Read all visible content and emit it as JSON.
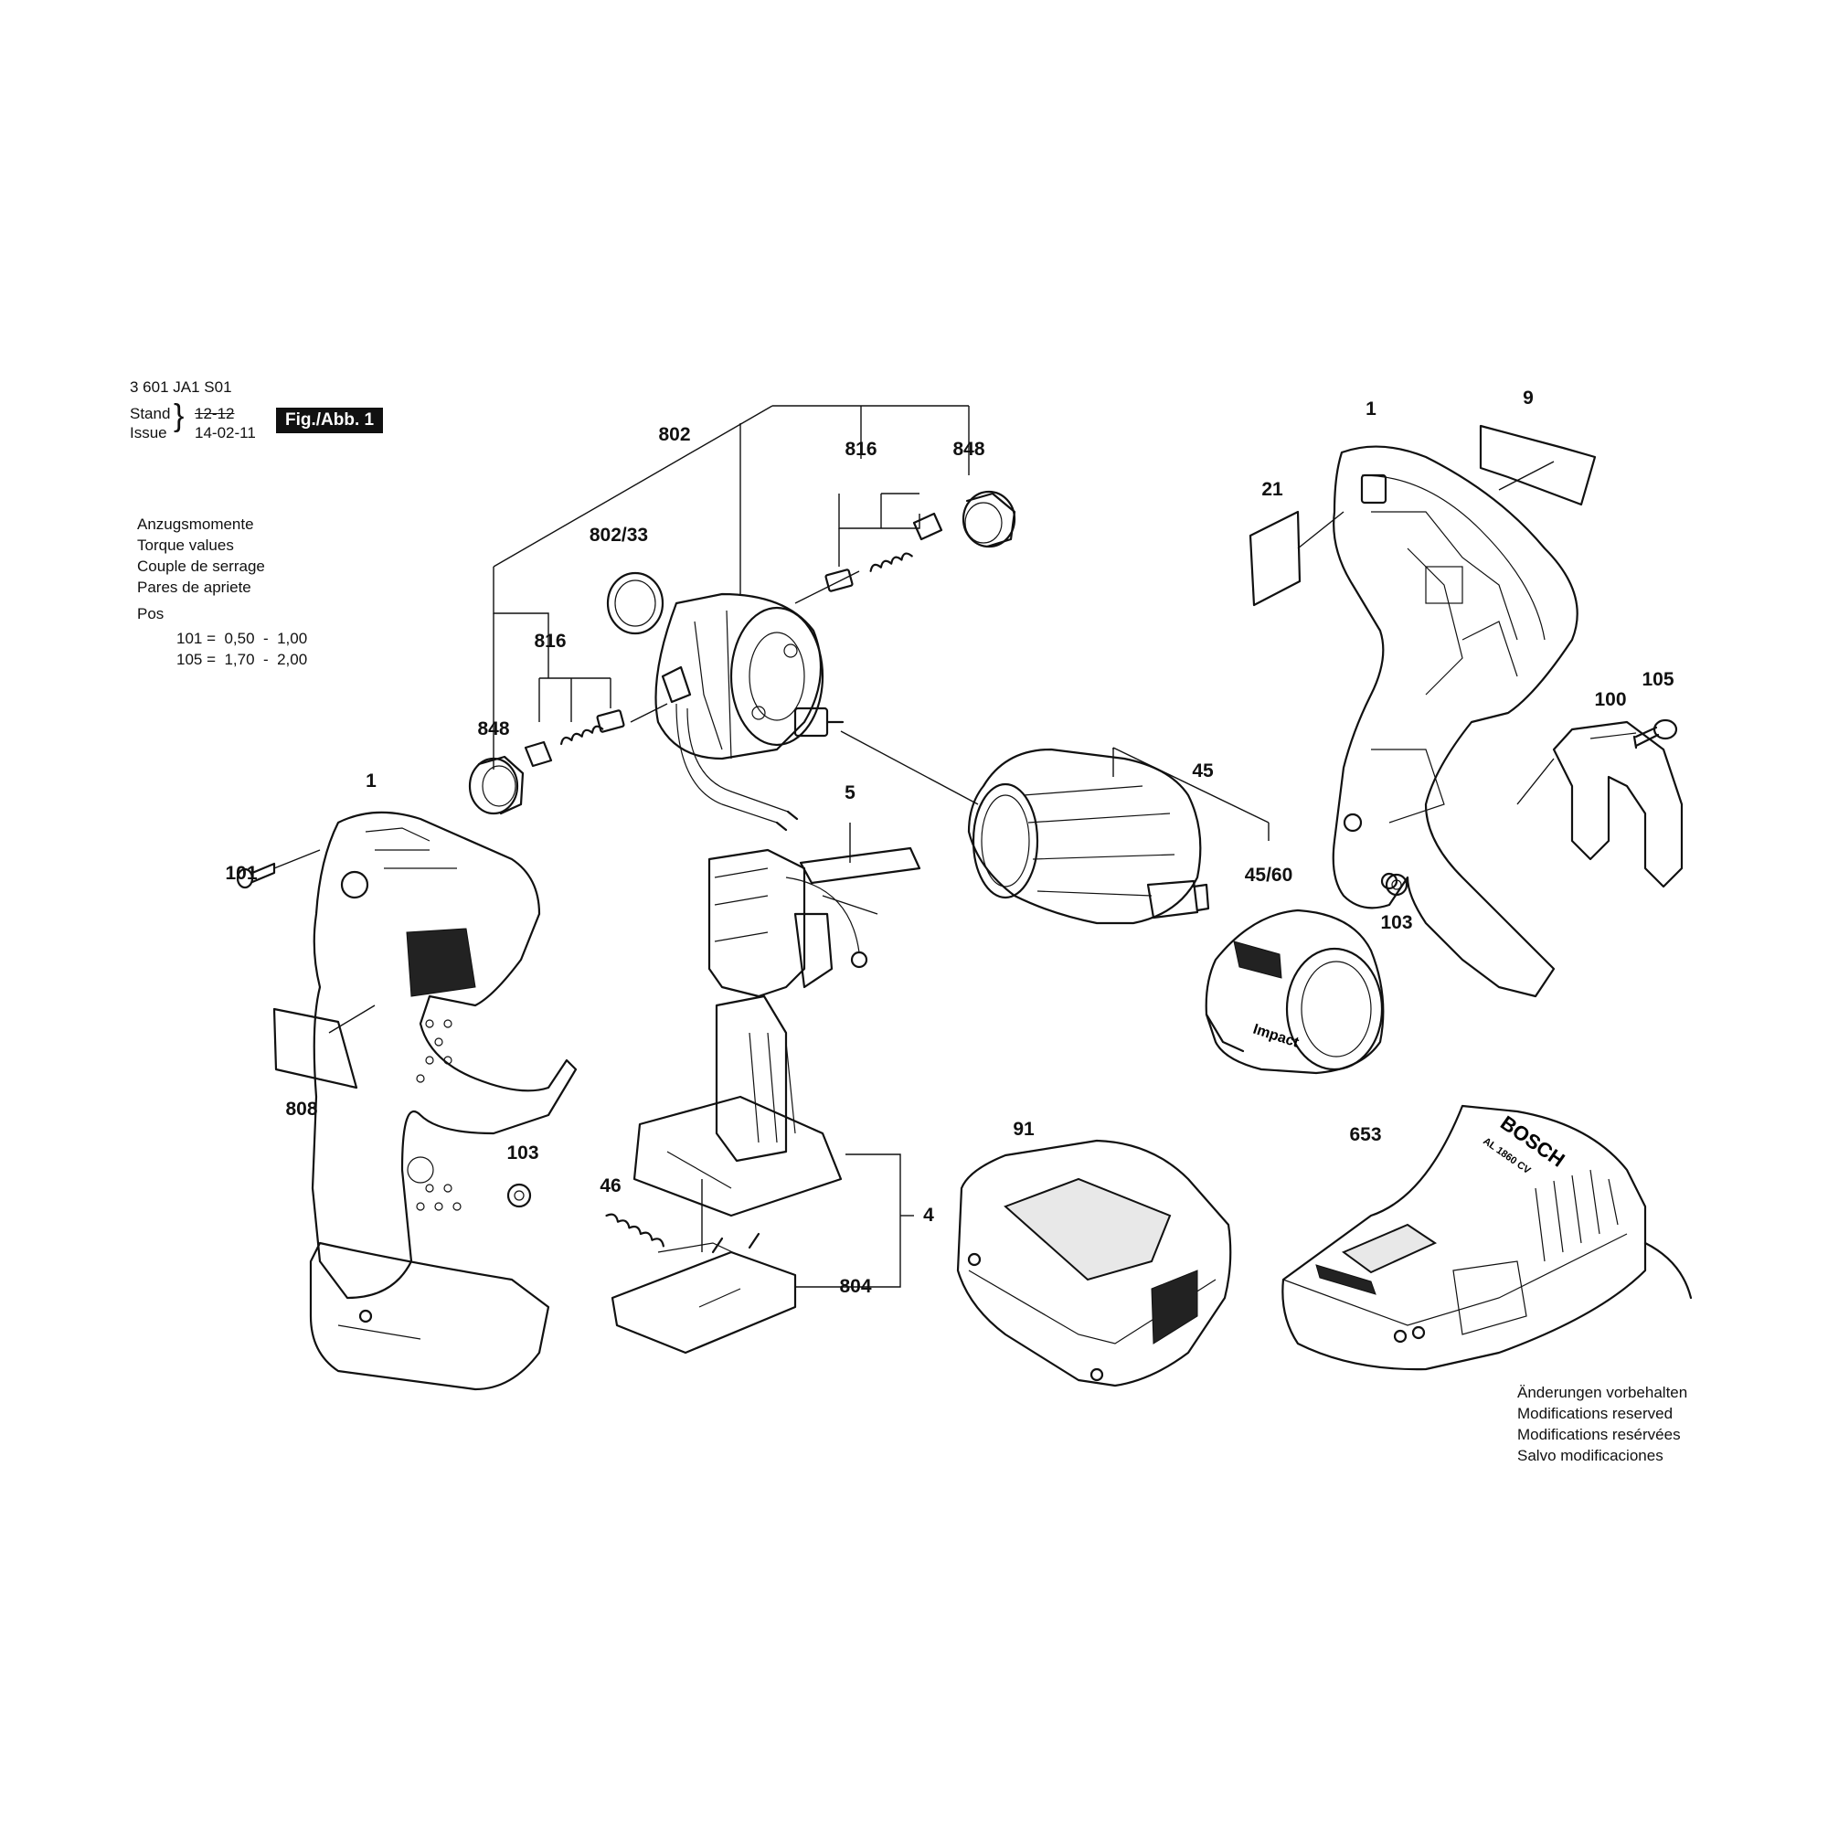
{
  "header": {
    "doc_number": "3 601 JA1 S01",
    "stand_label": "Stand",
    "stand_value_struck": "12-12",
    "issue_label": "Issue",
    "issue_value": "14-02-11",
    "figure_badge": "Fig./Abb. 1"
  },
  "torque": {
    "lines": [
      "Anzugsmomente",
      "Torque values",
      "Couple de serrage",
      "Pares de apriete"
    ],
    "pos_label": "Pos",
    "rows": [
      {
        "text": "101 =  0,50  -  1,00"
      },
      {
        "text": "105 =  1,70  -  2,00"
      }
    ]
  },
  "callouts": {
    "c802": "802",
    "c816_top": "816",
    "c848_top": "848",
    "c802_33": "802/33",
    "c816_left": "816",
    "c848_left": "848",
    "c1_left": "1",
    "c101": "101",
    "c5": "5",
    "c808": "808",
    "c103_left": "103",
    "c46": "46",
    "c4": "4",
    "c804": "804",
    "c45": "45",
    "c45_60": "45/60",
    "c91": "91",
    "c653": "653",
    "c1_right": "1",
    "c9": "9",
    "c21": "21",
    "c100": "100",
    "c105": "105",
    "c103_right": "103"
  },
  "product_marks": {
    "charger_brand": "BOSCH",
    "charger_model": "AL 1860 CV",
    "cover_label": "Impact"
  },
  "footer_note": {
    "lines": [
      "Änderungen vorbehalten",
      "Modifications reserved",
      "Modifications resérvées",
      "Salvo modificaciones"
    ]
  }
}
